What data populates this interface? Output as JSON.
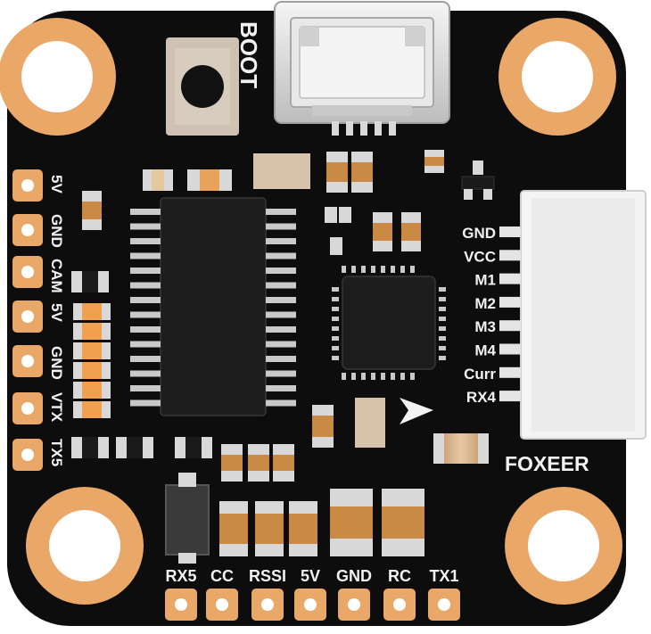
{
  "board": {
    "brand": "FOXEER",
    "boot_label": "BOOT",
    "left_pads": [
      "5V",
      "GND",
      "CAM",
      "5V",
      "GND",
      "VTX",
      "TX5"
    ],
    "right_connector_pins": [
      "GND",
      "VCC",
      "M1",
      "M2",
      "M3",
      "M4",
      "Curr",
      "RX4"
    ],
    "bottom_pads": [
      "RX5",
      "CC",
      "RSSI",
      "5V",
      "GND",
      "RC",
      "TX1"
    ]
  },
  "colors": {
    "pcb": "#0d0d0d",
    "gold_pad": "#e9a867",
    "silkscreen": "#f2f2f2",
    "connector": "#f4f4f4",
    "usb_metal": "#d9d9d9"
  }
}
